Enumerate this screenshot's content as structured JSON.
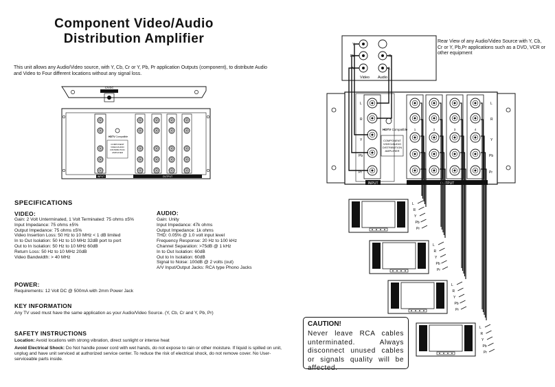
{
  "title": {
    "line1": "Component Video/Audio",
    "line2": "Distribution Amplifier"
  },
  "intro": "This unit allows any Audio/Video source, with Y, Cb, Cr or Y, Pb, Pr application Outputs (component), to distribute Audio and Video to Four different locations without any signal loss.",
  "specifications": {
    "heading": "SPECIFICATIONS",
    "video": {
      "heading": "VIDEO:",
      "lines": [
        "Gain: 2 Volt Unterminated, 1 Volt Terminated: 75 ohms ±5%",
        "Input Impedance: 75 ohms ±5%",
        "Output Impedance: 75 ohms ±5%",
        "Video Insertion Loss: 50 Hz to 10 MHz < 1 dB limited",
        "In to Out Isolation: 50 Hz to 10 MHz 32dB port to port",
        "Out to In Isolation: 50 Hz to 10 MHz 60dB",
        "Return Loss: 50 Hz to 10 MHz 20dB",
        "Video Bandwidth: > 40 MHz"
      ]
    },
    "audio": {
      "heading": "AUDIO:",
      "lines": [
        "Gain: Unity",
        "Input Impedance: 47k ohms",
        "Output Impedance: 1k ohms",
        "THD: 0.05% @ 1.0 volt input level",
        "Frequency Response: 20 Hz to 100 kHz",
        "Channel Separation: >75dB @ 1 kHz",
        "In to Out Isolation: 60dB",
        "Out to In Isolation: 60dB",
        "Signal to Noise: 100dB @ 2 volts (out)",
        "A/V Input/Output Jacks: RCA type Phono Jacks"
      ]
    }
  },
  "power": {
    "heading": "POWER:",
    "text": "Requirements: 12 Volt DC @ 500mA with 2mm Power Jack"
  },
  "key_information": {
    "heading": "KEY INFORMATION",
    "text": "Any TV used must have the same application as your Audio/Video Source. (Y, Cb, Cr and Y, Pb, Pr)"
  },
  "safety": {
    "heading": "SAFETY INSTRUCTIONS",
    "location_label": "Location:",
    "location_text": "Avoid locations with strong vibration, direct sunlight or intense heat",
    "shock_label": "Avoid Electrical Shock:",
    "shock_text": "Do Not handle power cord with wet hands, do not expose to rain or other moisture. If liquid is spilled on unit, unplug and have unit serviced at authorized service center. To reduce the risk of electrical shock, do not remove cover. No User-serviceable parts inside."
  },
  "caution": {
    "heading": "CAUTION!",
    "text": "Never leave RCA cables unterminated. Always disconnect unused cables or signals quality will be affected."
  },
  "rear_view_text": "Rear View of any Audio/Video Source with Y, Cb, Cr or Y, Pb,Pr applications such as a DVD, VCR or other equipment",
  "diagram": {
    "source_video_label": "Video",
    "source_audio_label": "Audio",
    "y_label": "Y",
    "pb_label": "Pb",
    "pr_label": "Pr",
    "l_label": "L",
    "r_label": "R",
    "hdtv_bold": "HDTV",
    "hdtv_rest": " Compatible",
    "unit_name_lines": [
      "COMPONENT",
      "VIDEO/AUDIO",
      "DISTRIBUTION",
      "AMPLIFIER"
    ],
    "input_label": "INPUT",
    "output_label": "OUTPUT",
    "output_numbers": [
      "1",
      "2",
      "3",
      "4"
    ],
    "tv_jack_labels": [
      "L",
      "R",
      "Y",
      "Pb",
      "Pr"
    ],
    "power_label": "12VDC"
  },
  "colors": {
    "ink": "#111111",
    "bg": "#ffffff"
  }
}
